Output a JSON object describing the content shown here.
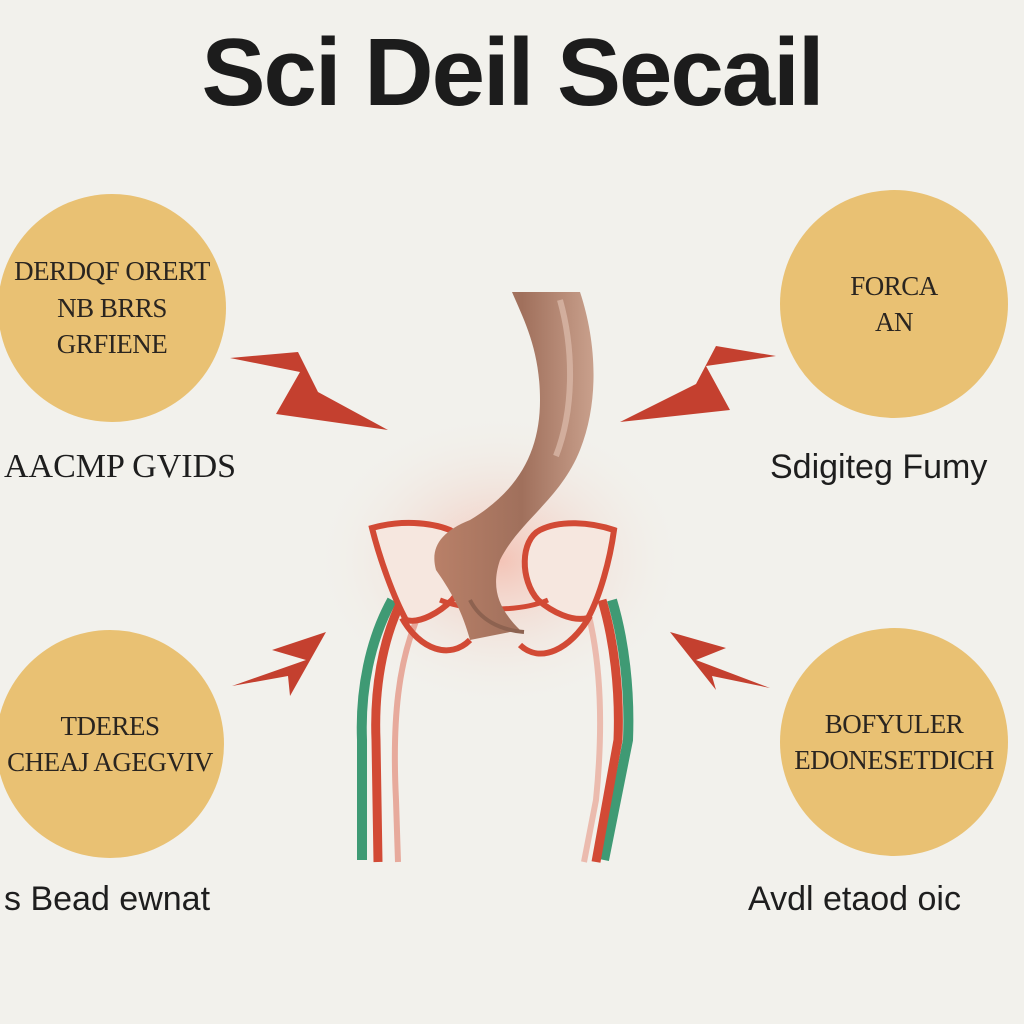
{
  "title": "Sci Deil Secail",
  "colors": {
    "background": "#f2f1ec",
    "circle_fill": "#e9c173",
    "arrow_red": "#c4402f",
    "pelvis_red": "#d24a35",
    "bone_brown": "#a9765f",
    "leg_green": "#3f9a74"
  },
  "panels": {
    "top_left": {
      "lines": [
        "DERDQF ORERT",
        "NB BRRS",
        "GRFIENE"
      ],
      "caption": "AACMP GVIDS"
    },
    "top_right": {
      "lines": [
        "FORCA",
        "AN"
      ],
      "caption": "Sdigiteg Fumy"
    },
    "bottom_left": {
      "lines": [
        "TDERES",
        "CHEAJ AGEGVIV"
      ],
      "caption": "s Bead ewnat"
    },
    "bottom_right": {
      "lines": [
        "BOFYULER",
        "EDONESETDICH"
      ],
      "caption": "Avdl etaod oic"
    }
  }
}
